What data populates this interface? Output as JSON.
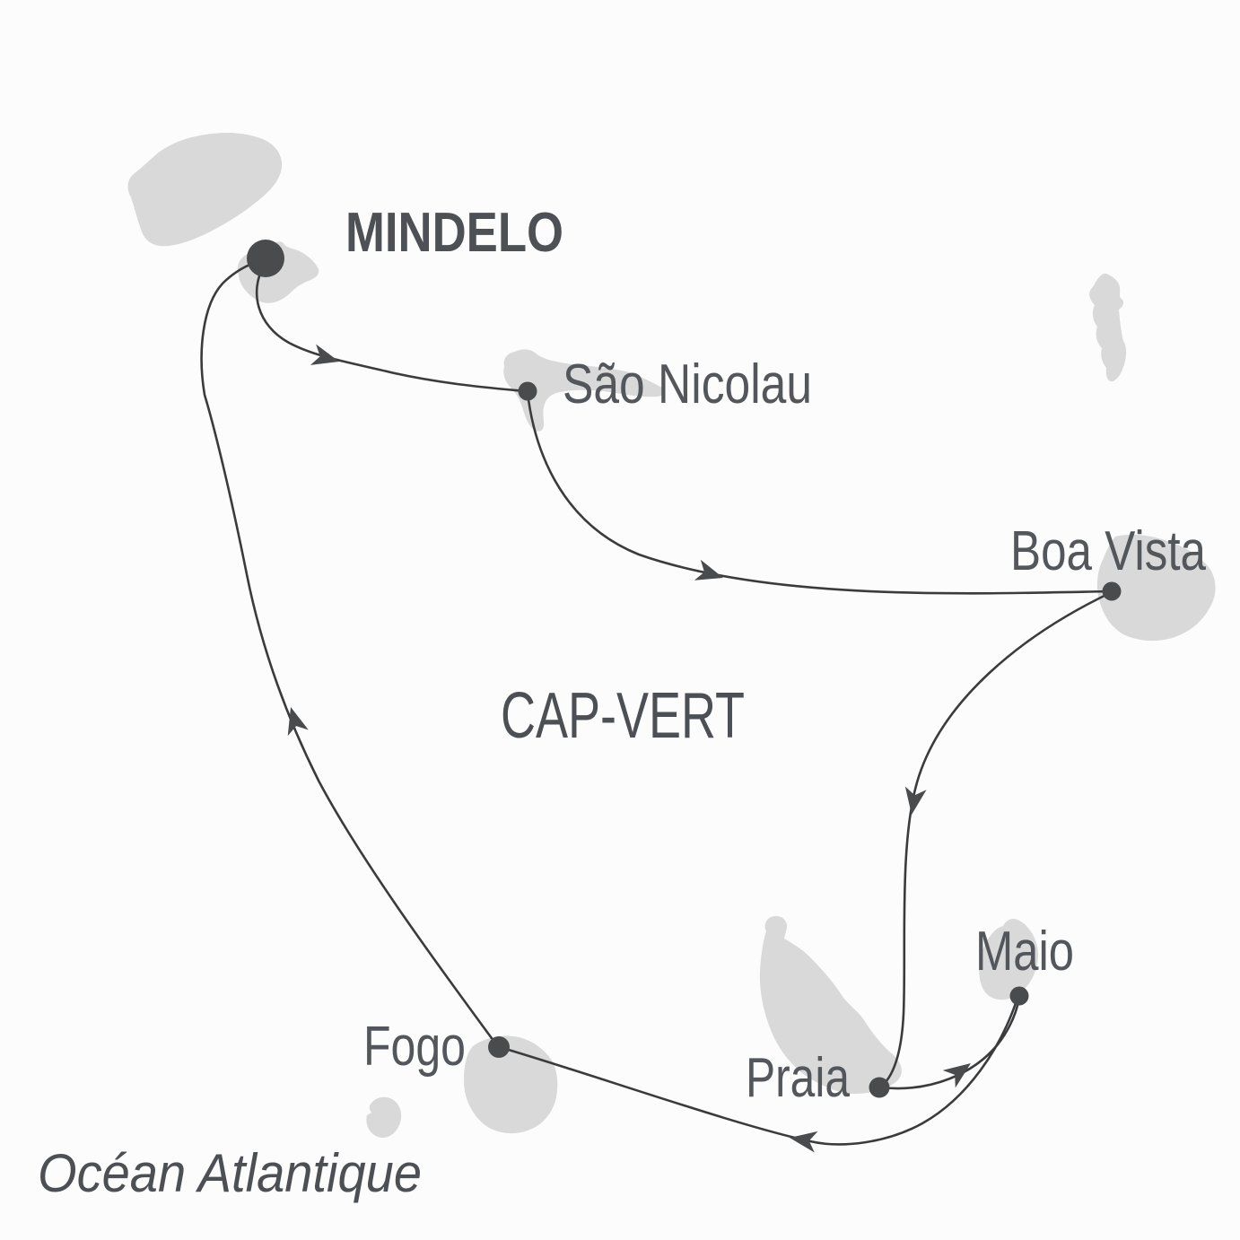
{
  "map": {
    "region_label": "CAP-VERT",
    "ocean_label": "Océan Atlantique",
    "ports": [
      {
        "label": "MINDELO",
        "marker": "large-dot"
      },
      {
        "label": "São Nicolau",
        "marker": "dot"
      },
      {
        "label": "Boa Vista",
        "marker": "dot"
      },
      {
        "label": "Praia",
        "marker": "dot"
      },
      {
        "label": "Maio",
        "marker": "dot"
      },
      {
        "label": "Fogo",
        "marker": "dot"
      }
    ],
    "route_sequence": [
      "MINDELO",
      "São Nicolau",
      "Boa Vista",
      "Praia",
      "Maio",
      "Fogo",
      "MINDELO"
    ],
    "colors": {
      "background": "#fcfcfc",
      "island_fill": "#d8d9d8",
      "route_line": "#3a3b3d",
      "port_dot": "#4a4b4d",
      "label_text": "#53565a"
    }
  }
}
